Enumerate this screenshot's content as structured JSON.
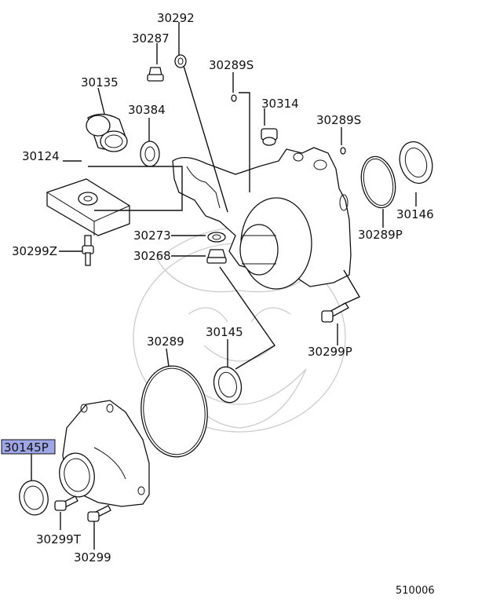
{
  "diagram": {
    "parts": [
      {
        "id": "30292",
        "highlighted": false
      },
      {
        "id": "30287",
        "highlighted": false
      },
      {
        "id": "30289S",
        "highlighted": false
      },
      {
        "id": "30135",
        "highlighted": false
      },
      {
        "id": "30314",
        "highlighted": false
      },
      {
        "id": "30384",
        "highlighted": false
      },
      {
        "id": "30289S",
        "highlighted": false
      },
      {
        "id": "30124",
        "highlighted": false
      },
      {
        "id": "30146",
        "highlighted": false
      },
      {
        "id": "30289P",
        "highlighted": false
      },
      {
        "id": "30273",
        "highlighted": false
      },
      {
        "id": "30299Z",
        "highlighted": false
      },
      {
        "id": "30268",
        "highlighted": false
      },
      {
        "id": "30299P",
        "highlighted": false
      },
      {
        "id": "30289",
        "highlighted": false
      },
      {
        "id": "30145",
        "highlighted": false
      },
      {
        "id": "30145P",
        "highlighted": true
      },
      {
        "id": "30299T",
        "highlighted": false
      },
      {
        "id": "30299",
        "highlighted": false
      }
    ],
    "figure_number": "510006",
    "highlight_color": "#9ea6e6"
  }
}
